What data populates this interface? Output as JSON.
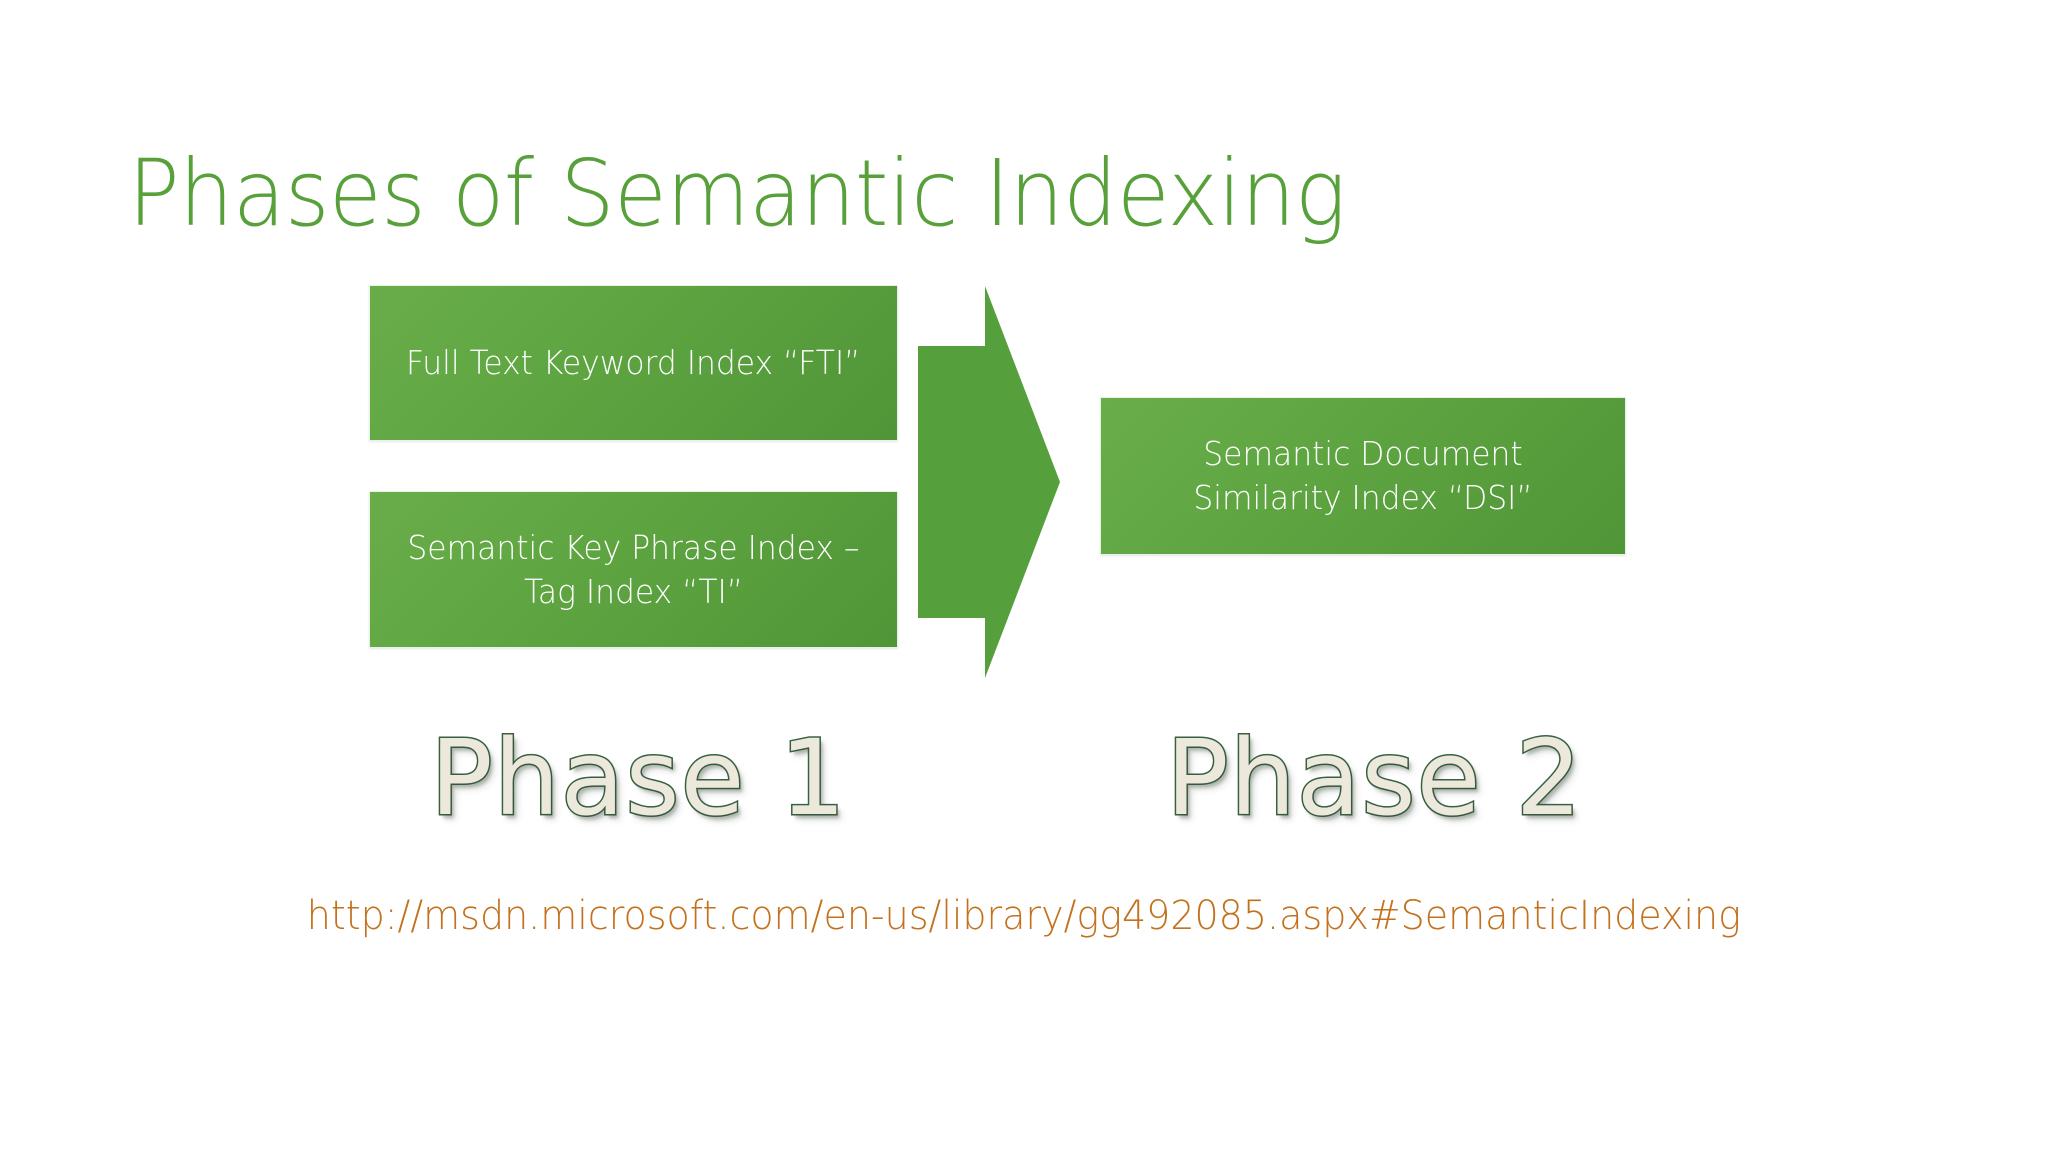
{
  "slide": {
    "background_color": "#FFFFFF",
    "title": "Phases of Semantic Indexing",
    "title_color": "#57A03A"
  },
  "boxes": [
    {
      "id": "fti",
      "text": "Full Text Keyword Index “FTI”",
      "fill_color": "#5FA642",
      "text_color": "#FFFFFF"
    },
    {
      "id": "ti",
      "text": "Semantic Key Phrase Index – Tag Index “TI”",
      "fill_color": "#5FA642",
      "text_color": "#FFFFFF"
    },
    {
      "id": "dsi",
      "text": "Semantic Document Similarity Index “DSI”",
      "fill_color": "#5FA642",
      "text_color": "#FFFFFF"
    }
  ],
  "arrow": {
    "name": "right-arrow-icon",
    "direction": "right",
    "fill_color": "#55A03C"
  },
  "phases": [
    {
      "label": "Phase 1",
      "fill_color": "#ECE9DC",
      "outline_color": "#376141"
    },
    {
      "label": "Phase 2",
      "fill_color": "#ECE9DC",
      "outline_color": "#376141"
    }
  ],
  "source": {
    "url_text": "http://msdn.microsoft.com/en-us/library/gg492085.aspx#SemanticIndexing",
    "color": "#C3711C"
  }
}
